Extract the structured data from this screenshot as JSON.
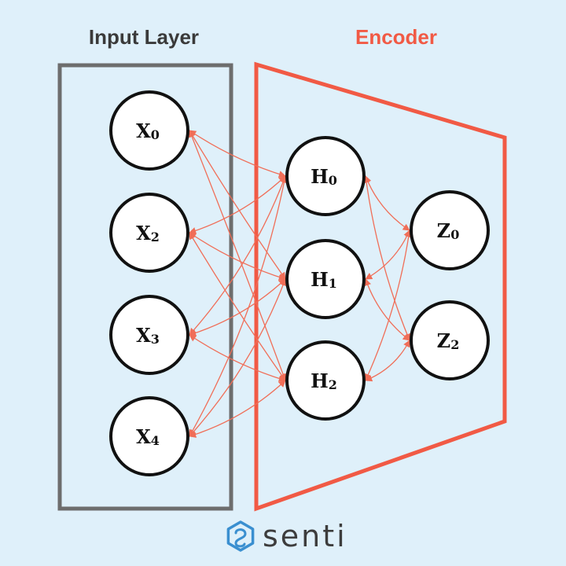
{
  "colors": {
    "background": "#dff0fa",
    "input_layer": "#6d6d6d",
    "encoder": "#f15a45",
    "arrow": "#f06e58",
    "node_fill": "#ffffff",
    "node_stroke": "#111111",
    "brand_icon": "#3a8fd0"
  },
  "input_layer": {
    "title": "Input Layer",
    "nodes": [
      {
        "id": "x0",
        "base": "X",
        "sub": "0"
      },
      {
        "id": "x2",
        "base": "X",
        "sub": "2"
      },
      {
        "id": "x3",
        "base": "X",
        "sub": "3"
      },
      {
        "id": "x4",
        "base": "X",
        "sub": "4"
      }
    ]
  },
  "encoder": {
    "title": "Encoder",
    "hidden_nodes": [
      {
        "id": "h0",
        "base": "H",
        "sub": "0"
      },
      {
        "id": "h1",
        "base": "H",
        "sub": "1"
      },
      {
        "id": "h2",
        "base": "H",
        "sub": "2"
      }
    ],
    "latent_nodes": [
      {
        "id": "z0",
        "base": "Z",
        "sub": "0"
      },
      {
        "id": "z2",
        "base": "Z",
        "sub": "2"
      }
    ]
  },
  "brand": {
    "name": "senti",
    "icon": "senti-logo-icon"
  }
}
